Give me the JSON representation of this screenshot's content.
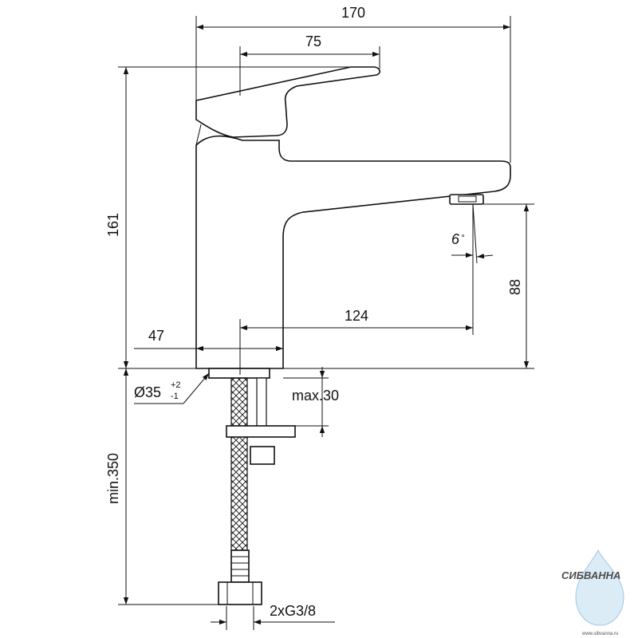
{
  "dimensions": {
    "overall_width": "170",
    "lever_width": "75",
    "height_total": "161",
    "spout_height": "88",
    "spout_reach": "124",
    "body_width": "47",
    "spout_angle": "6",
    "angle_unit": "°",
    "hole_diameter": "Ø35",
    "hole_tol_plus": "+2",
    "hole_tol_minus": "-1",
    "max_thickness": "max.30",
    "hose_length": "min.350",
    "connection": "2xG3/8"
  },
  "watermark": {
    "brand": "СИБВАННА",
    "url": "www.sibvanna.ru",
    "color": "#3b9ad6"
  }
}
